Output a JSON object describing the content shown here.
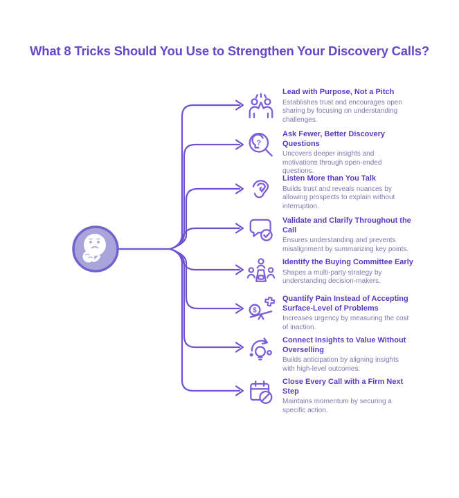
{
  "title": "What 8 Tricks Should You Use to Strengthen Your Discovery Calls?",
  "colors": {
    "title_text": "#6747c9",
    "item_heading_text": "#5a3ac6",
    "item_description_text": "#8177b0",
    "connector_line": "#6e52cf",
    "icon_stroke": "#7b5ed8",
    "center_node_fill": "#a9a4d9",
    "center_node_border": "#7164cf",
    "background": "#ffffff"
  },
  "center_node": {
    "icon": "thinking-face-icon"
  },
  "items": [
    {
      "icon": "high-five-team-icon",
      "title": "Lead with Purpose, Not a Pitch",
      "description": "Establishes trust and encourages open\nsharing by focusing on understanding\nchallenges."
    },
    {
      "icon": "question-head-magnifier-icon",
      "title": "Ask Fewer, Better Discovery\nQuestions",
      "description": "Uncovers deeper insights and\nmotivations through open-ended\nquestions."
    },
    {
      "icon": "listening-ear-icon",
      "title": "Listen More than You Talk",
      "description": "Builds trust and reveals nuances by\nallowing prospects to explain without\ninterruption."
    },
    {
      "icon": "chat-check-icon",
      "title": "Validate and Clarify Throughout the\nCall",
      "description": "Ensures understanding and prevents\nmisalignment by summarizing key points."
    },
    {
      "icon": "committee-podium-icon",
      "title": "Identify the Buying Committee Early",
      "description": "Shapes a multi-party strategy by\nunderstanding decision-makers."
    },
    {
      "icon": "cost-balance-icon",
      "title": "Quantify Pain Instead of Accepting\nSurface-Level of Problems",
      "description": "Increases urgency by measuring the cost\nof inaction."
    },
    {
      "icon": "idea-cycle-icon",
      "title": "Connect Insights to Value Without\nOverselling",
      "description": "Builds anticipation by aligning insights\nwith high-level outcomes."
    },
    {
      "icon": "calendar-block-icon",
      "title": "Close Every Call with a Firm Next\nStep",
      "description": "Maintains momentum by securing a\nspecific action."
    }
  ]
}
